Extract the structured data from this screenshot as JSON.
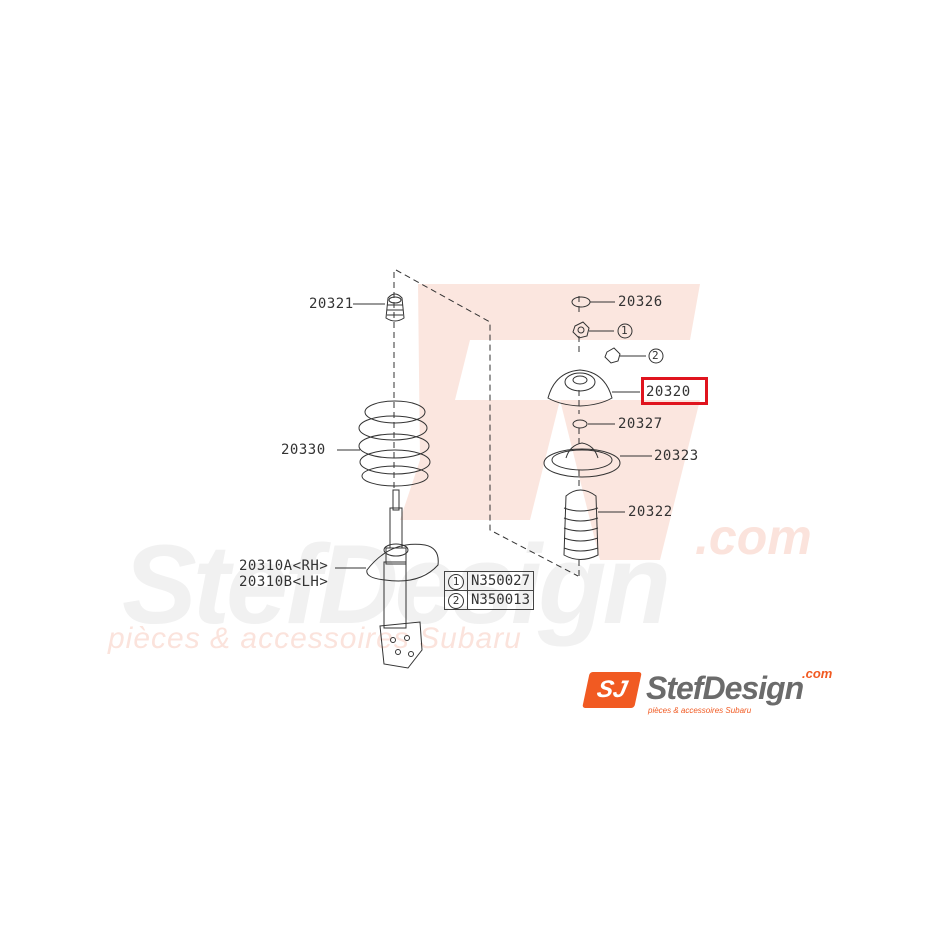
{
  "watermark": {
    "brand": "StefDesign",
    "tld": ".com",
    "tagline": "pièces & accessoires Subaru"
  },
  "diagram": {
    "parts": [
      {
        "id": "20321",
        "label": "20321",
        "name": "Bump stop"
      },
      {
        "id": "20330",
        "label": "20330",
        "name": "Coil spring"
      },
      {
        "id": "20310",
        "label_rh": "20310A<RH>",
        "label_lh": "20310B<LH>",
        "name": "Strut"
      },
      {
        "id": "20326",
        "label": "20326",
        "name": "Cap"
      },
      {
        "id": "20320",
        "label": "20320",
        "name": "Strut mount",
        "highlighted": true
      },
      {
        "id": "20327",
        "label": "20327",
        "name": "Washer"
      },
      {
        "id": "20323",
        "label": "20323",
        "name": "Spring seat"
      },
      {
        "id": "20322",
        "label": "20322",
        "name": "Dust boot"
      }
    ],
    "callouts": [
      {
        "num": "1",
        "symbol": "①"
      },
      {
        "num": "2",
        "symbol": "②"
      }
    ],
    "legend_table": [
      {
        "num": "1",
        "part": "N350027"
      },
      {
        "num": "2",
        "part": "N350013"
      }
    ],
    "highlight_color": "#e0141e"
  },
  "logo": {
    "mark": "SJ",
    "brand": "StefDesign",
    "tld": ".com",
    "tagline": "pièces & accessoires Subaru",
    "accent": "#f15a22"
  }
}
